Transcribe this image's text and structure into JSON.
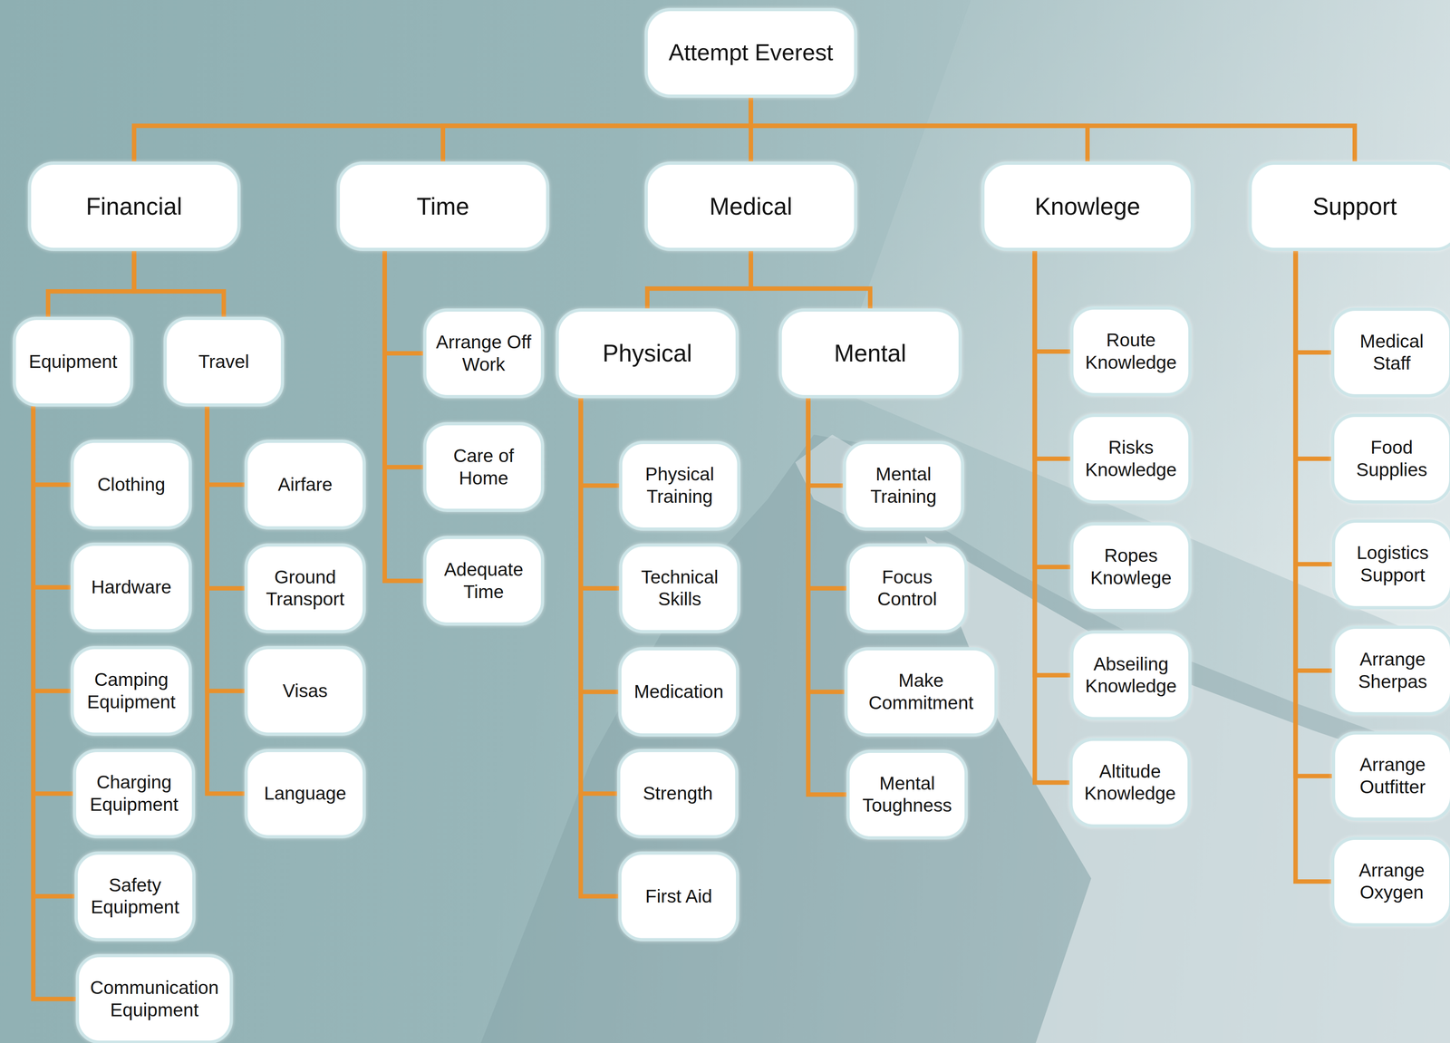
{
  "diagram": {
    "nodes": [
      {
        "text": [
          "Attempt Everest"
        ]
      },
      {
        "text": [
          "Financial"
        ]
      },
      {
        "text": [
          "Time"
        ]
      },
      {
        "text": [
          "Medical"
        ]
      },
      {
        "text": [
          "Knowlege"
        ]
      },
      {
        "text": [
          "Support"
        ]
      },
      {
        "text": [
          "Equipment"
        ]
      },
      {
        "text": [
          "Travel"
        ]
      },
      {
        "text": [
          "Arrange Off Work"
        ]
      },
      {
        "text": [
          "Care of Home"
        ]
      },
      {
        "text": [
          "Adequate Time"
        ]
      },
      {
        "text": [
          "Physical"
        ]
      },
      {
        "text": [
          "Mental"
        ]
      },
      {
        "text": [
          "Route Knowledge"
        ]
      },
      {
        "text": [
          "Risks Knowledge"
        ]
      },
      {
        "text": [
          "Ropes Knowlege"
        ]
      },
      {
        "text": [
          "Abseiling Knowledge"
        ]
      },
      {
        "text": [
          "Altitude Knowledge"
        ]
      },
      {
        "text": [
          "Medical Staff"
        ]
      },
      {
        "text": [
          "Food Supplies"
        ]
      },
      {
        "text": [
          "Logistics Support"
        ]
      },
      {
        "text": [
          "Arrange Sherpas"
        ]
      },
      {
        "text": [
          "Arrange Outfitter"
        ]
      },
      {
        "text": [
          "Arrange Oxygen"
        ]
      },
      {
        "text": [
          "Clothing"
        ]
      },
      {
        "text": [
          "Hardware"
        ]
      },
      {
        "text": [
          "Camping Equipment"
        ]
      },
      {
        "text": [
          "Charging Equipment"
        ]
      },
      {
        "text": [
          "Safety Equipment"
        ]
      },
      {
        "text": [
          "Communication Equipment"
        ]
      },
      {
        "text": [
          "Airfare"
        ]
      },
      {
        "text": [
          "Ground Transport"
        ]
      },
      {
        "text": [
          "Visas"
        ]
      },
      {
        "text": [
          "Language"
        ]
      },
      {
        "text": [
          "Physical Training"
        ]
      },
      {
        "text": [
          "Technical Skills"
        ]
      },
      {
        "text": [
          "Medication"
        ]
      },
      {
        "text": [
          "Strength"
        ]
      },
      {
        "text": [
          "First Aid"
        ]
      },
      {
        "text": [
          "Mental Training"
        ]
      },
      {
        "text": [
          "Focus Control"
        ]
      },
      {
        "text": [
          "Make Commitment"
        ]
      },
      {
        "text": [
          "Mental Toughness"
        ]
      }
    ],
    "edges": [
      {
        "from": 0,
        "to": 1,
        "arrow": "none"
      },
      {
        "from": 0,
        "to": 2,
        "arrow": "none"
      },
      {
        "from": 0,
        "to": 3,
        "arrow": "none"
      },
      {
        "from": 0,
        "to": 4,
        "arrow": "none"
      },
      {
        "from": 0,
        "to": 5,
        "arrow": "none"
      },
      {
        "from": 1,
        "to": 6,
        "arrow": "none"
      },
      {
        "from": 1,
        "to": 7,
        "arrow": "none"
      },
      {
        "from": 2,
        "to": 8,
        "arrow": "none"
      },
      {
        "from": 2,
        "to": 9,
        "arrow": "none"
      },
      {
        "from": 2,
        "to": 10,
        "arrow": "none"
      },
      {
        "from": 3,
        "to": 11,
        "arrow": "none"
      },
      {
        "from": 3,
        "to": 12,
        "arrow": "none"
      },
      {
        "from": 4,
        "to": 13,
        "arrow": "none"
      },
      {
        "from": 4,
        "to": 14,
        "arrow": "none"
      },
      {
        "from": 4,
        "to": 15,
        "arrow": "none"
      },
      {
        "from": 4,
        "to": 16,
        "arrow": "none"
      },
      {
        "from": 4,
        "to": 17,
        "arrow": "none"
      },
      {
        "from": 5,
        "to": 18,
        "arrow": "none"
      },
      {
        "from": 5,
        "to": 19,
        "arrow": "none"
      },
      {
        "from": 5,
        "to": 20,
        "arrow": "none"
      },
      {
        "from": 5,
        "to": 21,
        "arrow": "none"
      },
      {
        "from": 5,
        "to": 22,
        "arrow": "none"
      },
      {
        "from": 5,
        "to": 23,
        "arrow": "none"
      },
      {
        "from": 6,
        "to": 24,
        "arrow": "none"
      },
      {
        "from": 6,
        "to": 25,
        "arrow": "none"
      },
      {
        "from": 6,
        "to": 26,
        "arrow": "none"
      },
      {
        "from": 6,
        "to": 27,
        "arrow": "none"
      },
      {
        "from": 6,
        "to": 28,
        "arrow": "none"
      },
      {
        "from": 6,
        "to": 29,
        "arrow": "none"
      },
      {
        "from": 7,
        "to": 30,
        "arrow": "none"
      },
      {
        "from": 7,
        "to": 31,
        "arrow": "none"
      },
      {
        "from": 7,
        "to": 32,
        "arrow": "none"
      },
      {
        "from": 7,
        "to": 33,
        "arrow": "none"
      },
      {
        "from": 11,
        "to": 34,
        "arrow": "none"
      },
      {
        "from": 11,
        "to": 35,
        "arrow": "none"
      },
      {
        "from": 11,
        "to": 36,
        "arrow": "none"
      },
      {
        "from": 11,
        "to": 37,
        "arrow": "none"
      },
      {
        "from": 11,
        "to": 38,
        "arrow": "none"
      },
      {
        "from": 12,
        "to": 39,
        "arrow": "none"
      },
      {
        "from": 12,
        "to": 40,
        "arrow": "none"
      },
      {
        "from": 12,
        "to": 41,
        "arrow": "none"
      },
      {
        "from": 12,
        "to": 42,
        "arrow": "none"
      }
    ]
  }
}
